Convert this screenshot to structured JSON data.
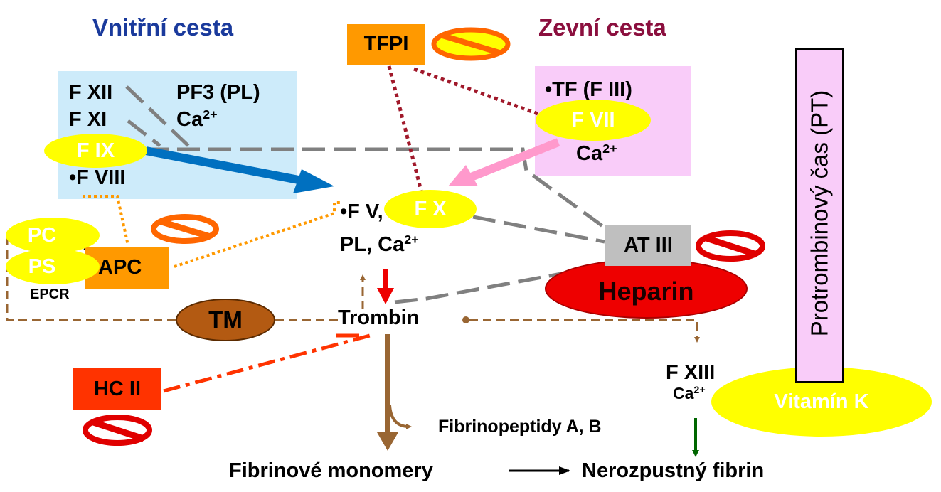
{
  "titles": {
    "intrinsic": "Vnitřní cesta",
    "extrinsic": "Zevní cesta"
  },
  "intrinsic_box": {
    "f12": "F XII",
    "f11": "F XI",
    "pf3": "PF3 (PL)",
    "ca": "Ca",
    "f9": "F IX",
    "f8": "•F VIII"
  },
  "extrinsic_box": {
    "tf": "•TF (F III)",
    "f7": "F VII",
    "ca": "Ca"
  },
  "tfpi": "TFPI",
  "center": {
    "f5": "•F V,",
    "f10": "F X",
    "pl_ca": "PL, Ca",
    "thrombin": "Trombin"
  },
  "ca_sup": "2+",
  "inhibitors": {
    "at3": "AT III",
    "heparin": "Heparin",
    "hc2": "HC II"
  },
  "protein_c_system": {
    "pc": "PC",
    "ps": "PS",
    "apc": "APC",
    "epcr": "EPCR",
    "tm": "TM"
  },
  "pt_label": "Protrombinový čas (PT)",
  "vitamin_k": "Vitamín K",
  "final": {
    "f13": "F XIII",
    "ca": "Ca",
    "fibrinopeptides": "Fibrinopeptidy A, B",
    "monomers": "Fibrinové monomery",
    "fibrin": "Nerozpustný fibrin"
  },
  "colors": {
    "title_blue": "#1a3a9c",
    "title_red": "#8b0f3e",
    "intrinsic_bg": "#cdebfa",
    "extrinsic_bg": "#f9ccf9",
    "yellow": "#ffff00",
    "orange": "#ff9900",
    "red": "#ee0000",
    "brown": "#996633",
    "tm_brown": "#b35a12",
    "hc2_red": "#ff3300",
    "gray_box": "#bfbfbf",
    "gray_line": "#808080",
    "blue_arrow": "#0070c0",
    "pink_arrow": "#ff99cc",
    "green": "#006600",
    "dark_red_dots": "#a0182a"
  },
  "icons": [
    "prohibition-icon"
  ]
}
